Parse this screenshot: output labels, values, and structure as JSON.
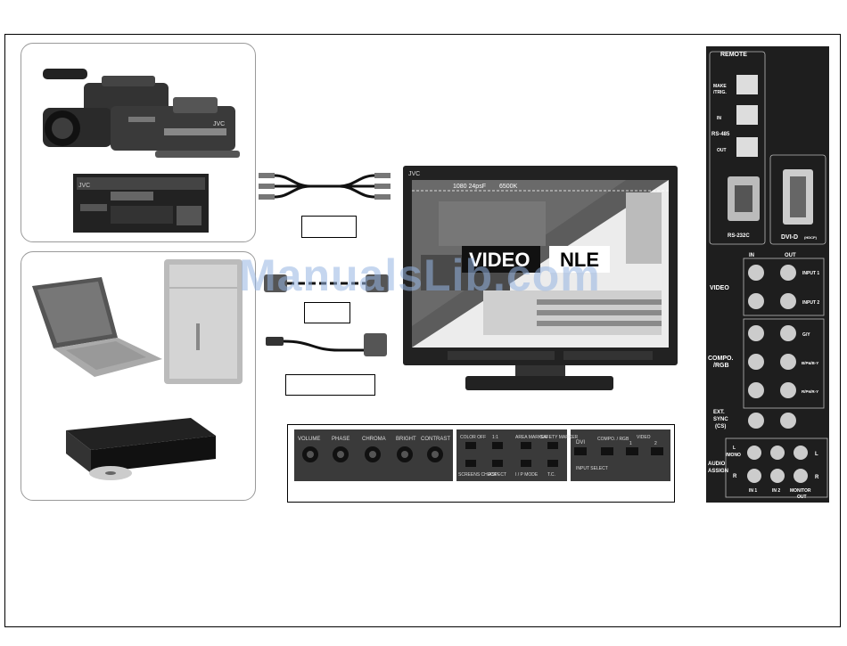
{
  "monitor": {
    "brand": "JVC",
    "status_line": [
      "1080 24psF",
      "6500K"
    ],
    "split_left": "VIDEO",
    "split_right": "NLE"
  },
  "sources": {
    "camcorder_brand": "JVC",
    "deck_brand": "JVC"
  },
  "watermark": "ManualsLib.com",
  "control_panel": {
    "knobs": [
      "VOLUME",
      "PHASE",
      "CHROMA",
      "BRIGHT",
      "CONTRAST"
    ],
    "function_top": [
      "COLOR OFF",
      "1:1",
      "AREA MARKER",
      "SAFETY MARKER"
    ],
    "function_bottom": [
      "SCREENS CHECK",
      "ASPECT",
      "I / P MODE",
      "T.C."
    ],
    "input_buttons": [
      "DVI",
      "COMPO. / RGB",
      "1",
      "2"
    ],
    "video_group": "VIDEO",
    "input_select": "INPUT SELECT"
  },
  "rear_panel": {
    "remote": "REMOTE",
    "make_trig": [
      "MAKE",
      "/TRIG."
    ],
    "rs485": "RS-485",
    "in": "IN",
    "out": "OUT",
    "rs232c": "RS-232C",
    "dvid": "DVI-D",
    "hdcp": "(HDCP)",
    "video": "VIDEO",
    "input1": "INPUT 1",
    "input2": "INPUT 2",
    "compo_rgb": [
      "COMPO.",
      "/RGB"
    ],
    "gy": "G/Y",
    "bpb": "B/Pʙ/B-Y",
    "rpr": "R/Pʀ/R-Y",
    "ext_sync": [
      "EXT.",
      "SYNC",
      "(CS)"
    ],
    "audio_assign": [
      "AUDIO",
      "ASSIGN"
    ],
    "l_mono": [
      "L",
      "/MONO"
    ],
    "l": "L",
    "r": "R",
    "in1": "IN 1",
    "in2": "IN 2",
    "monitor_out": [
      "MONITOR",
      "OUT"
    ]
  }
}
